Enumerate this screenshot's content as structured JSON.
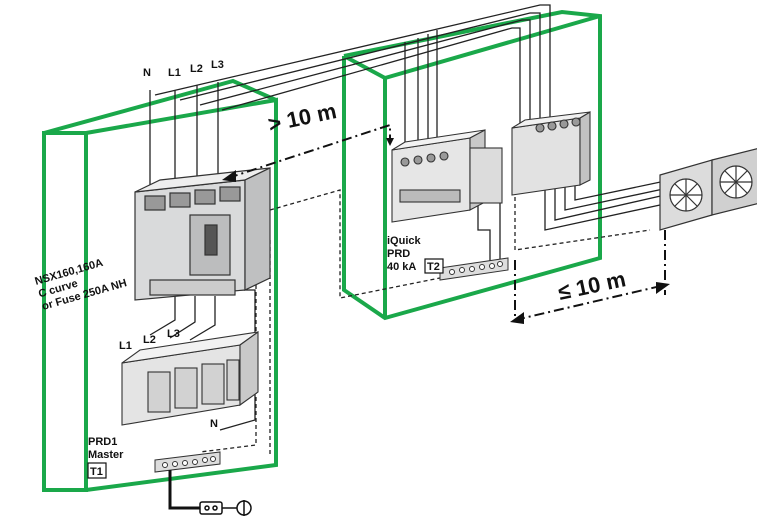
{
  "colors": {
    "enclosure": "#1aa84a",
    "wire": "#222222",
    "ground": "#111111"
  },
  "enclosure_left": {
    "breaker_label_lines": [
      "NSX160,160A",
      "C curve",
      "or Fuse 250A NH"
    ],
    "top_terminals": [
      "N",
      "L1",
      "L2",
      "L3"
    ],
    "spd_terminals": [
      "L1",
      "L2",
      "L3"
    ],
    "spd_neutral": "N",
    "spd_name": "PRD1",
    "spd_role": "Master",
    "spd_type": "T1"
  },
  "enclosure_right": {
    "spd_name": "iQuick",
    "spd_sub": "PRD",
    "spd_rating": "40 kA",
    "spd_type": "T2"
  },
  "distances": {
    "between_enclosures": "> 10 m",
    "to_load": "≤ 10 m"
  },
  "icons": [
    "earth-ground-icon",
    "fan-load-icon"
  ]
}
